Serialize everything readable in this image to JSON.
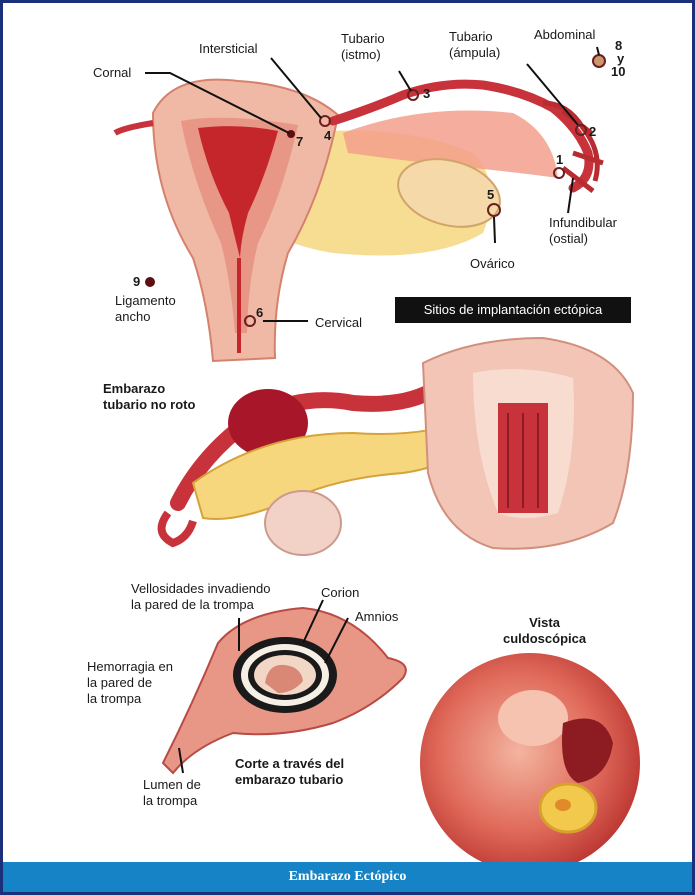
{
  "top_diagram": {
    "labels": {
      "cornal": "Cornal",
      "intersticial": "Intersticial",
      "tubario_istmo": "Tubario\n(istmo)",
      "tubario_ampula": "Tubario\n(ámpula)",
      "abdominal": "Abdominal",
      "infundibular": "Infundibular\n(ostial)",
      "ovarico": "Ovárico",
      "ligamento": "Ligamento\nancho",
      "cervical": "Cervical"
    },
    "numbers": {
      "n1": "1",
      "n2": "2",
      "n3": "3",
      "n4": "4",
      "n5": "5",
      "n6": "6",
      "n7": "7",
      "n8": "8",
      "y": "y",
      "n9": "9",
      "n10": "10"
    },
    "caption_box": "Sitios de implantación ectópica"
  },
  "middle_diagram": {
    "label": "Embarazo\ntubario no roto"
  },
  "bottom_diagram": {
    "vellosidades": "Vellosidades invadiendo\nla pared de la trompa",
    "corion": "Corion",
    "amnios": "Amnios",
    "hemorragia": "Hemorragia en\nla pared de\nla trompa",
    "lumen": "Lumen de\nla trompa",
    "corte": "Corte a través del\nembarazo tubario",
    "vista": "Vista\nculdoscópica"
  },
  "footer": {
    "title": "Embarazo Ectópico"
  },
  "colors": {
    "border": "#1b2f7a",
    "footer_bg": "#1683c6",
    "tissue": "#e9a08f",
    "muscle": "#c8323a",
    "ovary": "#f5d9a8"
  }
}
